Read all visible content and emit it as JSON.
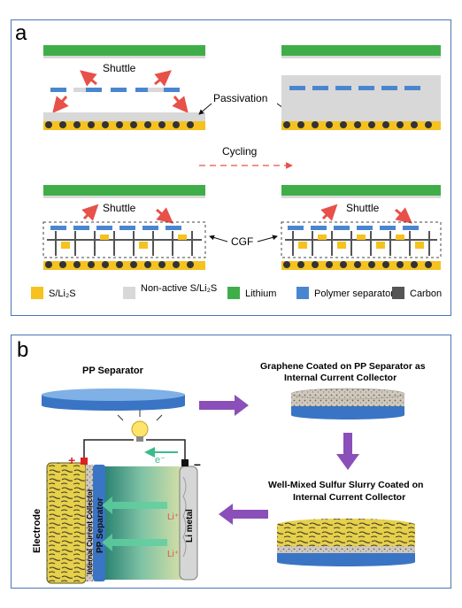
{
  "panel_a": {
    "letter": "a",
    "shuttle_label": "Shuttle",
    "passivation_label": "Passivation",
    "cycling_label": "Cycling",
    "cgf_label": "CGF",
    "legend": [
      {
        "label": "S/Li₂S",
        "color": "#f5c21f"
      },
      {
        "label": "Non-active S/Li₂S",
        "color": "#d8d8d8"
      },
      {
        "label": "Lithium",
        "color": "#3fae49"
      },
      {
        "label": "Polymer separator",
        "color": "#4a86d0"
      },
      {
        "label": "Carbon",
        "color": "#555555"
      }
    ]
  },
  "panel_b": {
    "letter": "b",
    "pp_separator_label": "PP Separator",
    "graphene_label_line1": "Graphene Coated on PP Separator as",
    "graphene_label_line2": "Internal Current Collector",
    "sulfur_label_line1": "Well-Mixed Sulfur Slurry Coated on",
    "sulfur_label_line2": "Internal Current Collector",
    "electrode_label": "Electrode",
    "internal_collector_label": "Internal Current Collector",
    "pp_separator_vertical": "PP Separator",
    "li_metal_label": "Li metal",
    "electron_label": "e⁻",
    "li_ion_label": "Li⁺",
    "plus_sign": "+",
    "minus_sign": "–"
  },
  "colors": {
    "border": "#4b74b6",
    "lithium": "#3fae49",
    "sulfur": "#f5c21f",
    "nonactive": "#d8d8d8",
    "separator": "#4a86d0",
    "carbon": "#555555",
    "arrow_red": "#e8504a",
    "arrow_purple": "#8a4fb8",
    "arrow_green": "#3dbb8a"
  }
}
